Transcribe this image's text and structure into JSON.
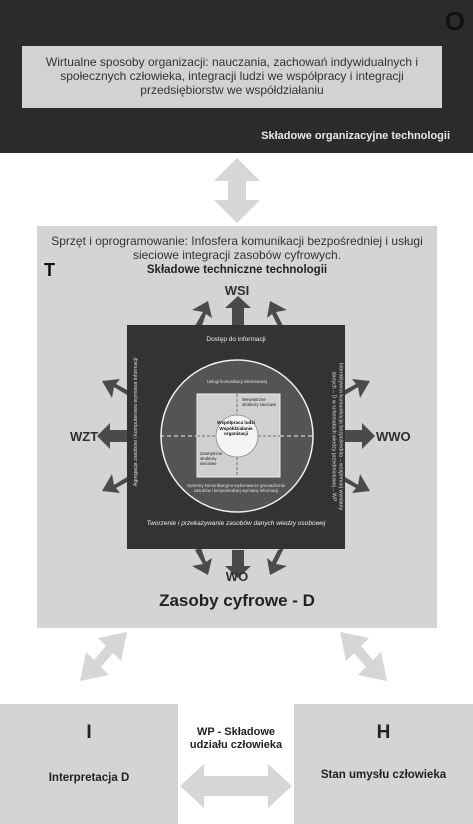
{
  "organizational": {
    "tag": "O",
    "description": "Wirtualne sposoby organizacji: nauczania, zachowań indywidualnych i społecznych człowieka, integracji ludzi we współpracy i integracji przedsiębiorstw we współdziałaniu",
    "footer": "Składowe organizacyjne technologii"
  },
  "technical": {
    "tag": "T",
    "description": "Sprzęt i oprogramowanie: Infosfera komunikacji bezpośredniej i usługi sieciowe integracji zasobów cyfrowych.",
    "header": "Składowe techniczne technologii"
  },
  "directions": {
    "top": "WSI",
    "left": "WZT",
    "right": "WWO",
    "bottom": "WO"
  },
  "inner": {
    "top": "Dostęp do informacji",
    "bottom": "Tworzenie i przekazywanie zasobów danych wiedzy osobowej",
    "left": "Agregacja zasobów i komputerowa wymiana informacji",
    "right": "Interaktywna komunikacja bezpośrednia – wzajemnej wymiany danych – D w schematach wiedzy przedmiotowej – WP",
    "outer_ring": "Usługi komunikacji internetowej",
    "inner_top_right": "Wewnętrzne struktury sieciowe",
    "inner_bottom_left": "Zewnętrzne struktury sieciowe",
    "ring_bottom": "Systemy komunikacyjno-wykonawcze gromadzenia zasobów i bezpośredniej wymiany informacji",
    "center": "Współpraca ludzi Współdziałanie organizacji"
  },
  "digital_resources": "Zasoby cyfrowe - D",
  "human": {
    "left_tag": "I",
    "left_label": "Interpretacja D",
    "right_tag": "H",
    "right_label": "Stan umysłu człowieka",
    "middle": "WP - Składowe udziału człowieka"
  },
  "colors": {
    "dark": "#2b2b2b",
    "light": "#d4d4d4",
    "arrow": "#d6d6d6",
    "dark_arrow": "#4a4a4a"
  }
}
